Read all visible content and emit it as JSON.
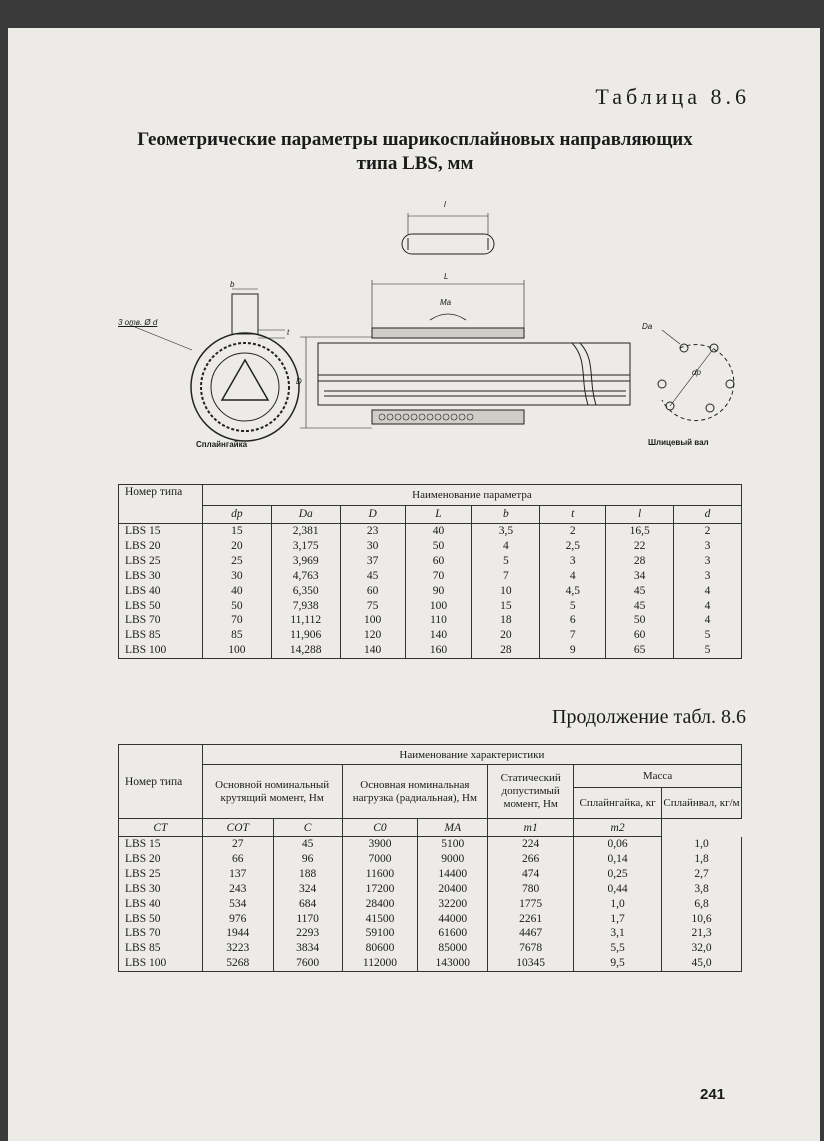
{
  "table_label": "Таблица 8.6",
  "title_line1": "Геометрические параметры шарикосплайновых направляющих",
  "title_line2": "типа LBS, мм",
  "figure": {
    "label_l": "l",
    "label_L": "L",
    "label_b": "b",
    "label_t": "t",
    "label_D": "D",
    "label_Ma": "Ma",
    "label_holes": "3 отв. Ø d",
    "label_Da": "Da",
    "label_dp": "dp",
    "caption_nut": "Сплайнгайка",
    "caption_shaft": "Шлицевый вал"
  },
  "table1": {
    "col_type": "Номер типа",
    "group_header": "Наименование параметра",
    "symbols": [
      "dp",
      "Da",
      "D",
      "L",
      "b",
      "t",
      "l",
      "d"
    ],
    "rows": [
      [
        "LBS 15",
        "15",
        "2,381",
        "23",
        "40",
        "3,5",
        "2",
        "16,5",
        "2"
      ],
      [
        "LBS 20",
        "20",
        "3,175",
        "30",
        "50",
        "4",
        "2,5",
        "22",
        "3"
      ],
      [
        "LBS 25",
        "25",
        "3,969",
        "37",
        "60",
        "5",
        "3",
        "28",
        "3"
      ],
      [
        "LBS 30",
        "30",
        "4,763",
        "45",
        "70",
        "7",
        "4",
        "34",
        "3"
      ],
      [
        "LBS 40",
        "40",
        "6,350",
        "60",
        "90",
        "10",
        "4,5",
        "45",
        "4"
      ],
      [
        "LBS 50",
        "50",
        "7,938",
        "75",
        "100",
        "15",
        "5",
        "45",
        "4"
      ],
      [
        "LBS 70",
        "70",
        "11,112",
        "100",
        "110",
        "18",
        "6",
        "50",
        "4"
      ],
      [
        "LBS 85",
        "85",
        "11,906",
        "120",
        "140",
        "20",
        "7",
        "60",
        "5"
      ],
      [
        "LBS 100",
        "100",
        "14,288",
        "140",
        "160",
        "28",
        "9",
        "65",
        "5"
      ]
    ]
  },
  "continuation_label": "Продолжение табл. 8.6",
  "table2": {
    "col_type": "Номер типа",
    "group_header": "Наименование характеристики",
    "h_torque": "Основной номинальный крутящий момент, Нм",
    "h_load": "Основная номинальная нагрузка (радиальная), Нм",
    "h_static": "Статический допустимый момент, Нм",
    "h_mass": "Масса",
    "h_mass_nut": "Сплайнгайка, кг",
    "h_mass_shaft": "Сплайнвал, кг/м",
    "symbols": [
      "CT",
      "COT",
      "C",
      "C0",
      "MA",
      "m1",
      "m2"
    ],
    "rows": [
      [
        "LBS 15",
        "27",
        "45",
        "3900",
        "5100",
        "224",
        "0,06",
        "1,0"
      ],
      [
        "LBS 20",
        "66",
        "96",
        "7000",
        "9000",
        "266",
        "0,14",
        "1,8"
      ],
      [
        "LBS 25",
        "137",
        "188",
        "11600",
        "14400",
        "474",
        "0,25",
        "2,7"
      ],
      [
        "LBS 30",
        "243",
        "324",
        "17200",
        "20400",
        "780",
        "0,44",
        "3,8"
      ],
      [
        "LBS 40",
        "534",
        "684",
        "28400",
        "32200",
        "1775",
        "1,0",
        "6,8"
      ],
      [
        "LBS 50",
        "976",
        "1170",
        "41500",
        "44000",
        "2261",
        "1,7",
        "10,6"
      ],
      [
        "LBS 70",
        "1944",
        "2293",
        "59100",
        "61600",
        "4467",
        "3,1",
        "21,3"
      ],
      [
        "LBS 85",
        "3223",
        "3834",
        "80600",
        "85000",
        "7678",
        "5,5",
        "32,0"
      ],
      [
        "LBS 100",
        "5268",
        "7600",
        "112000",
        "143000",
        "10345",
        "9,5",
        "45,0"
      ]
    ]
  },
  "page_number": "241"
}
